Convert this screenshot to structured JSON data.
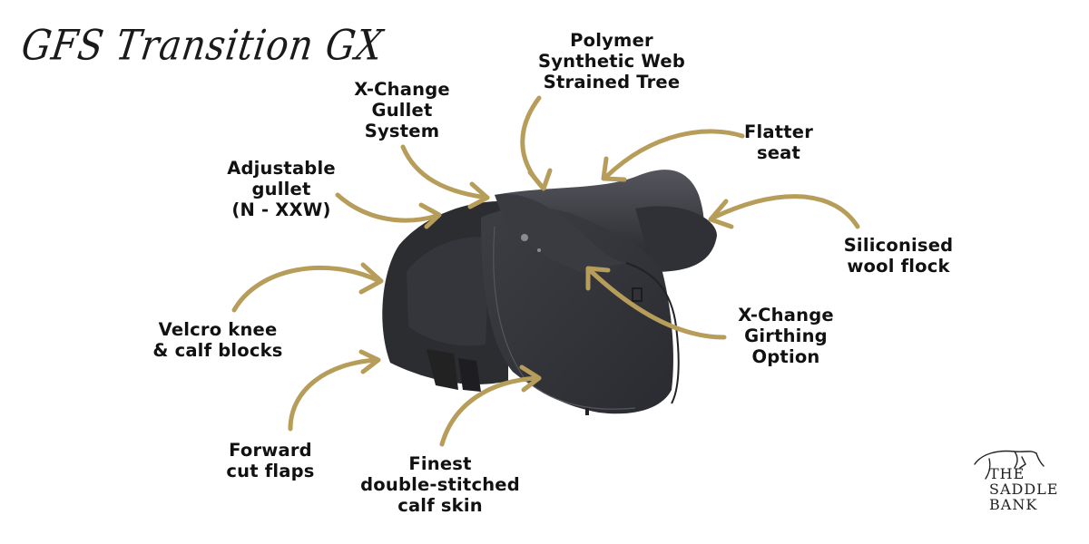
{
  "title": "GFS Transition GX",
  "colors": {
    "arrow": "#b79d5a",
    "saddle": "#2f3035",
    "saddle_highlight": "#4a4b52",
    "text": "#111111",
    "background": "#ffffff"
  },
  "callouts": [
    {
      "id": "tree",
      "lines": [
        "Polymer",
        "Synthetic Web",
        "Strained Tree"
      ]
    },
    {
      "id": "gullet-system",
      "lines": [
        "X-Change",
        "Gullet",
        "System"
      ]
    },
    {
      "id": "adjustable-gullet",
      "lines": [
        "Adjustable",
        "gullet",
        "(N - XXW)"
      ]
    },
    {
      "id": "seat",
      "lines": [
        "Flatter",
        "seat"
      ]
    },
    {
      "id": "flock",
      "lines": [
        "Siliconised",
        "wool flock"
      ]
    },
    {
      "id": "girthing",
      "lines": [
        "X-Change",
        "Girthing",
        "Option"
      ]
    },
    {
      "id": "blocks",
      "lines": [
        "Velcro knee",
        "& calf blocks"
      ]
    },
    {
      "id": "flaps",
      "lines": [
        "Forward",
        "cut flaps"
      ]
    },
    {
      "id": "calf-skin",
      "lines": [
        "Finest",
        "double-stitched",
        "calf skin"
      ]
    }
  ],
  "logo": {
    "lines": [
      "THE",
      "SADDLE",
      "BANK"
    ],
    "icon": "jumping-horse-icon"
  }
}
